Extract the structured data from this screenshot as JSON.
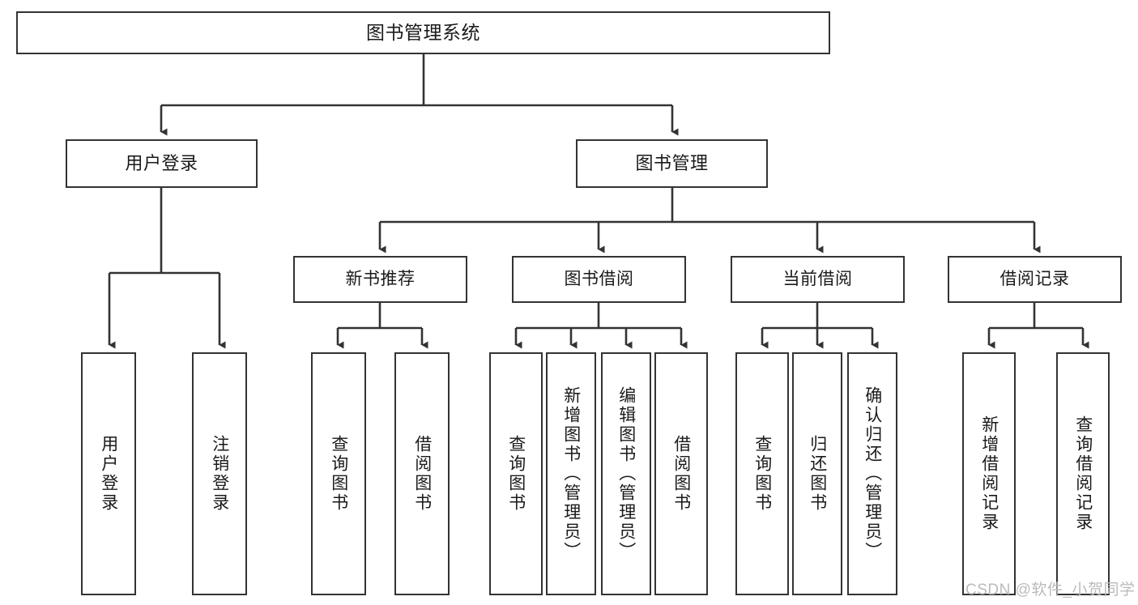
{
  "diagram": {
    "title": "图书管理系统",
    "type": "tree-hierarchy",
    "watermark": "CSDN @软件_小贺同学",
    "colors": {
      "background": "#ffffff",
      "box_border": "#333333",
      "box_fill": "#ffffff",
      "connector": "#333333",
      "text": "#1a1a1a",
      "watermark": "#bbbbbb"
    }
  },
  "nodes": {
    "root": {
      "label": "图书管理系统"
    },
    "level2": [
      {
        "label": "用户登录"
      },
      {
        "label": "图书管理"
      }
    ],
    "level3": [
      {
        "label": "新书推荐"
      },
      {
        "label": "图书借阅"
      },
      {
        "label": "当前借阅"
      },
      {
        "label": "借阅记录"
      }
    ],
    "leaves": {
      "user_login": [
        {
          "label": "用户登录"
        },
        {
          "label": "注销登录"
        }
      ],
      "new_book_recommend": [
        {
          "label": "查询图书"
        },
        {
          "label": "借阅图书"
        }
      ],
      "book_borrow": [
        {
          "label": "查询图书"
        },
        {
          "label": "新增图书（管理员）"
        },
        {
          "label": "编辑图书（管理员）"
        },
        {
          "label": "借阅图书"
        }
      ],
      "current_borrow": [
        {
          "label": "查询图书"
        },
        {
          "label": "归还图书"
        },
        {
          "label": "确认归还（管理员）"
        }
      ],
      "borrow_record": [
        {
          "label": "新增借阅记录"
        },
        {
          "label": "查询借阅记录"
        }
      ]
    }
  }
}
